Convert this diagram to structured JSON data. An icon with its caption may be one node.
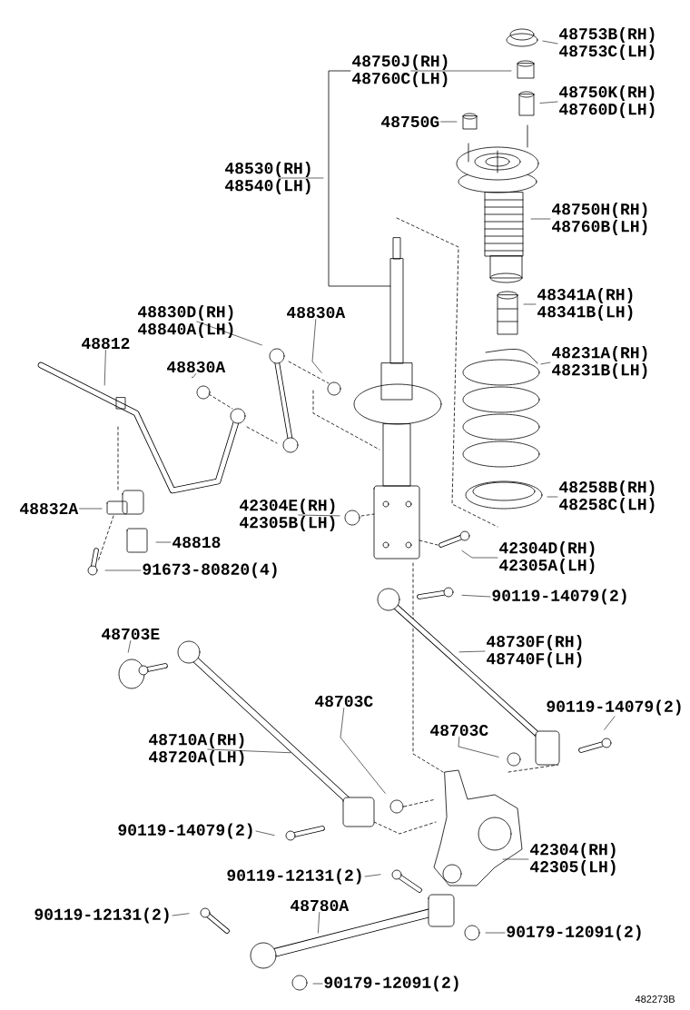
{
  "diagram": {
    "nodes": [
      {
        "text": [
          "48753B(RH) 48753C(LH)"
        ]
      },
      {
        "text": [
          "48750J(RH) 48760C(LH)"
        ]
      },
      {
        "text": [
          "48750K(RH) 48760D(LH)"
        ]
      },
      {
        "text": [
          "48750G"
        ]
      },
      {
        "text": [
          "48530(RH) 48540(LH)"
        ]
      },
      {
        "text": [
          "48750H(RH) 48760B(LH)"
        ]
      },
      {
        "text": [
          "48341A(RH) 48341B(LH)"
        ]
      },
      {
        "text": [
          "48231A(RH) 48231B(LH)"
        ]
      },
      {
        "text": [
          "48830D(RH) 48840A(LH)"
        ]
      },
      {
        "text": [
          "48830A"
        ]
      },
      {
        "text": [
          "48812"
        ]
      },
      {
        "text": [
          "48830A"
        ]
      },
      {
        "text": [
          "48258B(RH) 48258C(LH)"
        ]
      },
      {
        "text": [
          "48832A"
        ]
      },
      {
        "text": [
          "42304E(RH) 42305B(LH)"
        ]
      },
      {
        "text": [
          "48818"
        ]
      },
      {
        "text": [
          "42304D(RH) 42305A(LH)"
        ]
      },
      {
        "text": [
          "91673-80820(4)"
        ]
      },
      {
        "text": [
          "90119-14079(2)"
        ]
      },
      {
        "text": [
          "48703E"
        ]
      },
      {
        "text": [
          "48730F(RH) 48740F(LH)"
        ]
      },
      {
        "text": [
          "48703C"
        ]
      },
      {
        "text": [
          "90119-14079(2)"
        ]
      },
      {
        "text": [
          "48703C"
        ]
      },
      {
        "text": [
          "48710A(RH) 48720A(LH)"
        ]
      },
      {
        "text": [
          "90119-14079(2)"
        ]
      },
      {
        "text": [
          "42304(RH) 42305(LH)"
        ]
      },
      {
        "text": [
          "90119-12131(2)"
        ]
      },
      {
        "text": [
          "48780A"
        ]
      },
      {
        "text": [
          "90119-12131(2)"
        ]
      },
      {
        "text": [
          "90179-12091(2)"
        ]
      },
      {
        "text": [
          "90179-12091(2)"
        ]
      }
    ],
    "edges": [
      {
        "from": 0,
        "to": null,
        "arrow": "none"
      },
      {
        "from": 1,
        "to": null,
        "arrow": "none"
      },
      {
        "from": 2,
        "to": null,
        "arrow": "none"
      },
      {
        "from": 3,
        "to": null,
        "arrow": "none"
      },
      {
        "from": 4,
        "to": null,
        "arrow": "none"
      },
      {
        "from": 5,
        "to": null,
        "arrow": "none"
      },
      {
        "from": 6,
        "to": null,
        "arrow": "none"
      },
      {
        "from": 7,
        "to": null,
        "arrow": "none"
      },
      {
        "from": 8,
        "to": null,
        "arrow": "none"
      },
      {
        "from": 9,
        "to": null,
        "arrow": "none"
      },
      {
        "from": 10,
        "to": null,
        "arrow": "none"
      },
      {
        "from": 11,
        "to": null,
        "arrow": "none"
      },
      {
        "from": 12,
        "to": null,
        "arrow": "none"
      },
      {
        "from": 13,
        "to": null,
        "arrow": "none"
      },
      {
        "from": 14,
        "to": null,
        "arrow": "none"
      },
      {
        "from": 15,
        "to": null,
        "arrow": "none"
      },
      {
        "from": 16,
        "to": null,
        "arrow": "none"
      },
      {
        "from": 17,
        "to": null,
        "arrow": "none"
      },
      {
        "from": 18,
        "to": null,
        "arrow": "none"
      },
      {
        "from": 19,
        "to": null,
        "arrow": "none"
      },
      {
        "from": 20,
        "to": null,
        "arrow": "none"
      },
      {
        "from": 21,
        "to": null,
        "arrow": "none"
      },
      {
        "from": 22,
        "to": null,
        "arrow": "none"
      },
      {
        "from": 23,
        "to": null,
        "arrow": "none"
      },
      {
        "from": 24,
        "to": null,
        "arrow": "none"
      },
      {
        "from": 25,
        "to": null,
        "arrow": "none"
      },
      {
        "from": 26,
        "to": null,
        "arrow": "none"
      },
      {
        "from": 27,
        "to": null,
        "arrow": "none"
      },
      {
        "from": 28,
        "to": null,
        "arrow": "none"
      },
      {
        "from": 29,
        "to": null,
        "arrow": "none"
      },
      {
        "from": 30,
        "to": null,
        "arrow": "none"
      },
      {
        "from": 31,
        "to": null,
        "arrow": "none"
      }
    ],
    "labels": [
      "482273B"
    ]
  }
}
